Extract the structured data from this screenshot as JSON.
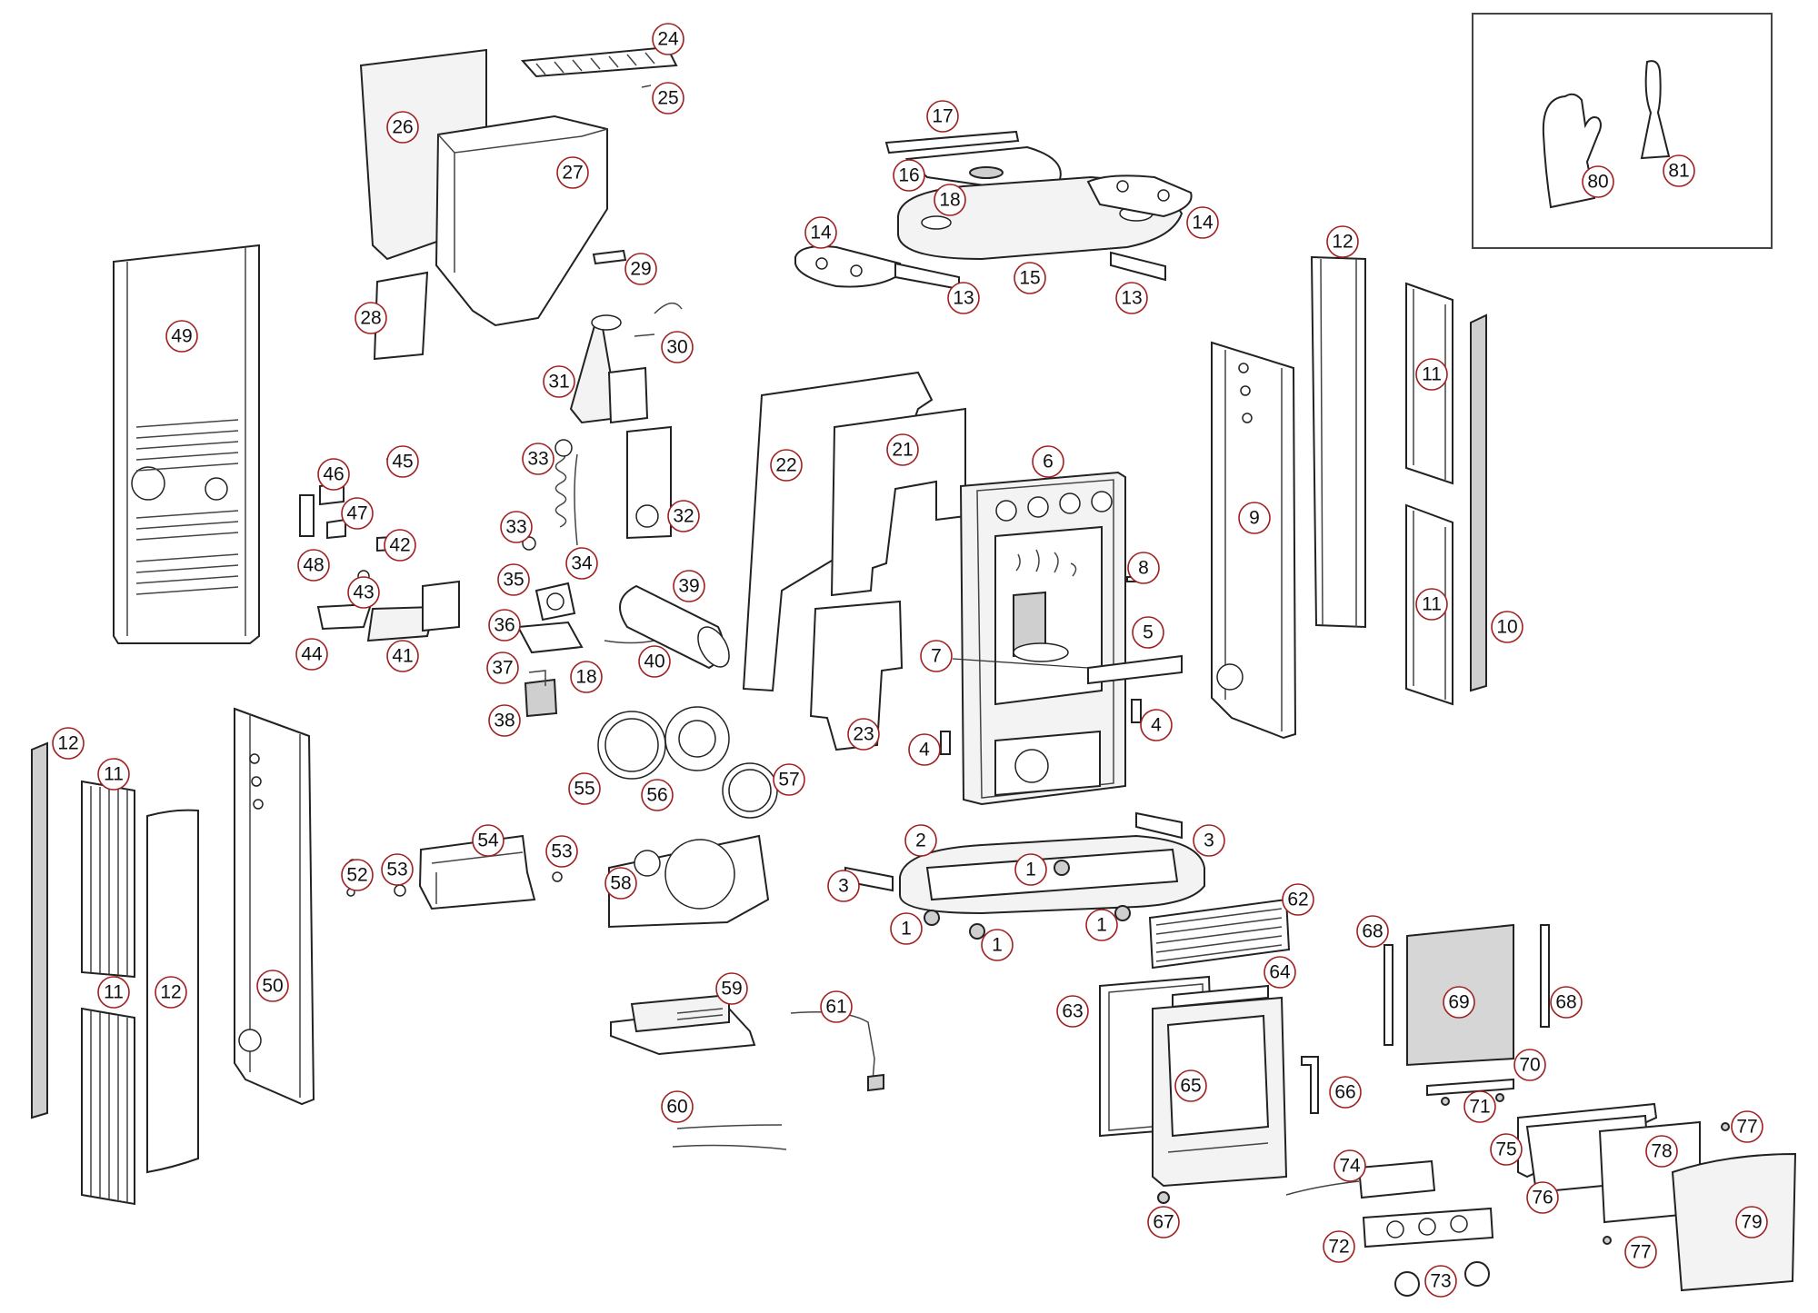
{
  "diagram": {
    "callouts": [
      {
        "id": "c1a",
        "label": "1"
      },
      {
        "id": "c1b",
        "label": "1"
      },
      {
        "id": "c1c",
        "label": "1"
      },
      {
        "id": "c1d",
        "label": "1"
      },
      {
        "id": "c2",
        "label": "2"
      },
      {
        "id": "c3a",
        "label": "3"
      },
      {
        "id": "c3b",
        "label": "3"
      },
      {
        "id": "c4a",
        "label": "4"
      },
      {
        "id": "c4b",
        "label": "4"
      },
      {
        "id": "c5",
        "label": "5"
      },
      {
        "id": "c6",
        "label": "6"
      },
      {
        "id": "c7",
        "label": "7"
      },
      {
        "id": "c8",
        "label": "8"
      },
      {
        "id": "c9",
        "label": "9"
      },
      {
        "id": "c10",
        "label": "10"
      },
      {
        "id": "c11a",
        "label": "11"
      },
      {
        "id": "c11b",
        "label": "11"
      },
      {
        "id": "c11c",
        "label": "11"
      },
      {
        "id": "c11d",
        "label": "11"
      },
      {
        "id": "c12a",
        "label": "12"
      },
      {
        "id": "c12b",
        "label": "12"
      },
      {
        "id": "c12c",
        "label": "12"
      },
      {
        "id": "c13a",
        "label": "13"
      },
      {
        "id": "c13b",
        "label": "13"
      },
      {
        "id": "c14a",
        "label": "14"
      },
      {
        "id": "c14b",
        "label": "14"
      },
      {
        "id": "c15",
        "label": "15"
      },
      {
        "id": "c16",
        "label": "16"
      },
      {
        "id": "c17",
        "label": "17"
      },
      {
        "id": "c18a",
        "label": "18"
      },
      {
        "id": "c18b",
        "label": "18"
      },
      {
        "id": "c21",
        "label": "21"
      },
      {
        "id": "c22",
        "label": "22"
      },
      {
        "id": "c23",
        "label": "23"
      },
      {
        "id": "c24",
        "label": "24"
      },
      {
        "id": "c25",
        "label": "25"
      },
      {
        "id": "c26",
        "label": "26"
      },
      {
        "id": "c27",
        "label": "27"
      },
      {
        "id": "c28",
        "label": "28"
      },
      {
        "id": "c29",
        "label": "29"
      },
      {
        "id": "c30",
        "label": "30"
      },
      {
        "id": "c31",
        "label": "31"
      },
      {
        "id": "c32",
        "label": "32"
      },
      {
        "id": "c33a",
        "label": "33"
      },
      {
        "id": "c33b",
        "label": "33"
      },
      {
        "id": "c34",
        "label": "34"
      },
      {
        "id": "c35",
        "label": "35"
      },
      {
        "id": "c36",
        "label": "36"
      },
      {
        "id": "c37",
        "label": "37"
      },
      {
        "id": "c38",
        "label": "38"
      },
      {
        "id": "c39",
        "label": "39"
      },
      {
        "id": "c40",
        "label": "40"
      },
      {
        "id": "c41",
        "label": "41"
      },
      {
        "id": "c42",
        "label": "42"
      },
      {
        "id": "c43",
        "label": "43"
      },
      {
        "id": "c44",
        "label": "44"
      },
      {
        "id": "c45",
        "label": "45"
      },
      {
        "id": "c46",
        "label": "46"
      },
      {
        "id": "c47",
        "label": "47"
      },
      {
        "id": "c48",
        "label": "48"
      },
      {
        "id": "c49",
        "label": "49"
      },
      {
        "id": "c50",
        "label": "50"
      },
      {
        "id": "c52",
        "label": "52"
      },
      {
        "id": "c53a",
        "label": "53"
      },
      {
        "id": "c53b",
        "label": "53"
      },
      {
        "id": "c54",
        "label": "54"
      },
      {
        "id": "c55",
        "label": "55"
      },
      {
        "id": "c56",
        "label": "56"
      },
      {
        "id": "c57",
        "label": "57"
      },
      {
        "id": "c58",
        "label": "58"
      },
      {
        "id": "c59",
        "label": "59"
      },
      {
        "id": "c60",
        "label": "60"
      },
      {
        "id": "c61",
        "label": "61"
      },
      {
        "id": "c62",
        "label": "62"
      },
      {
        "id": "c63",
        "label": "63"
      },
      {
        "id": "c64",
        "label": "64"
      },
      {
        "id": "c65",
        "label": "65"
      },
      {
        "id": "c66",
        "label": "66"
      },
      {
        "id": "c67",
        "label": "67"
      },
      {
        "id": "c68a",
        "label": "68"
      },
      {
        "id": "c68b",
        "label": "68"
      },
      {
        "id": "c69",
        "label": "69"
      },
      {
        "id": "c70",
        "label": "70"
      },
      {
        "id": "c71",
        "label": "71"
      },
      {
        "id": "c72",
        "label": "72"
      },
      {
        "id": "c73",
        "label": "73"
      },
      {
        "id": "c74",
        "label": "74"
      },
      {
        "id": "c75",
        "label": "75"
      },
      {
        "id": "c76",
        "label": "76"
      },
      {
        "id": "c77a",
        "label": "77"
      },
      {
        "id": "c77b",
        "label": "77"
      },
      {
        "id": "c78",
        "label": "78"
      },
      {
        "id": "c79",
        "label": "79"
      },
      {
        "id": "c80",
        "label": "80"
      },
      {
        "id": "c81",
        "label": "81"
      }
    ]
  }
}
